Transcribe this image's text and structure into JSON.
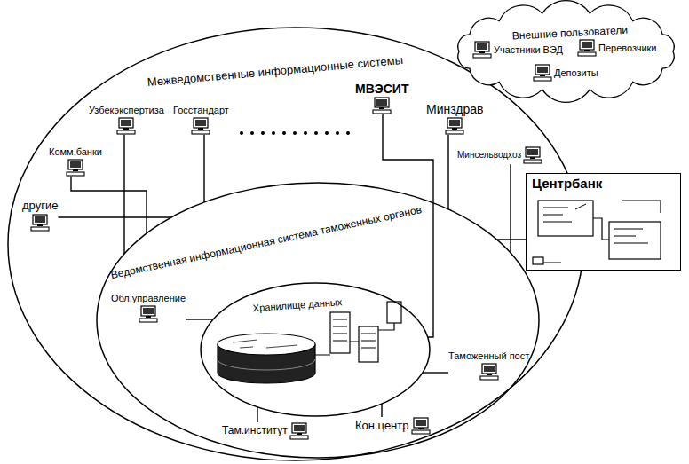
{
  "diagram": {
    "nodes": [
      {
        "text": [
          "Межведомственные информационные системы"
        ]
      },
      {
        "text": [
          "Внешние пользователи"
        ]
      },
      {
        "text": [
          "Участники ВЭД"
        ],
        "in": 1
      },
      {
        "text": [
          "Депозиты"
        ],
        "in": 1
      },
      {
        "text": [
          "Перевозчики"
        ],
        "in": 1
      },
      {
        "text": [
          "Узбекэкспертиза"
        ],
        "in": 0
      },
      {
        "text": [
          "Госстандарт"
        ],
        "in": 0
      },
      {
        "text": [
          "МВЭСИТ"
        ],
        "in": 0
      },
      {
        "text": [
          "Минздрав"
        ],
        "in": 0
      },
      {
        "text": [
          "Комм.банки"
        ],
        "in": 0
      },
      {
        "text": [
          "Минсельводхоз"
        ],
        "in": 0
      },
      {
        "text": [
          "другие"
        ],
        "in": 0
      },
      {
        "text": [
          "Центрбанк"
        ],
        "in": 0
      },
      {
        "text": [
          "Ведомственная информационная система таможенных органов"
        ],
        "in": 0
      },
      {
        "text": [
          "Обл.управление"
        ],
        "in": 13
      },
      {
        "text": [
          "Таможенный пост"
        ],
        "in": 13
      },
      {
        "text": [
          "Там.институт"
        ],
        "in": 13
      },
      {
        "text": [
          "Кон.центр"
        ],
        "in": 13
      },
      {
        "text": [
          "Хранилище данных"
        ],
        "in": 13
      }
    ],
    "edges": [
      {
        "from": 5,
        "to": 13,
        "arrow": "none"
      },
      {
        "from": 6,
        "to": 13,
        "arrow": "none"
      },
      {
        "from": 7,
        "to": 18,
        "arrow": "none"
      },
      {
        "from": 8,
        "to": 13,
        "arrow": "none"
      },
      {
        "from": 9,
        "to": 13,
        "arrow": "none"
      },
      {
        "from": 10,
        "to": 13,
        "arrow": "none"
      },
      {
        "from": 11,
        "to": 13,
        "arrow": "none"
      },
      {
        "from": 12,
        "to": 13,
        "arrow": "none"
      },
      {
        "from": 14,
        "to": 18,
        "arrow": "none"
      },
      {
        "from": 15,
        "to": 18,
        "arrow": "none"
      },
      {
        "from": 16,
        "to": 18,
        "arrow": "none"
      },
      {
        "from": 17,
        "to": 18,
        "arrow": "none"
      }
    ]
  }
}
